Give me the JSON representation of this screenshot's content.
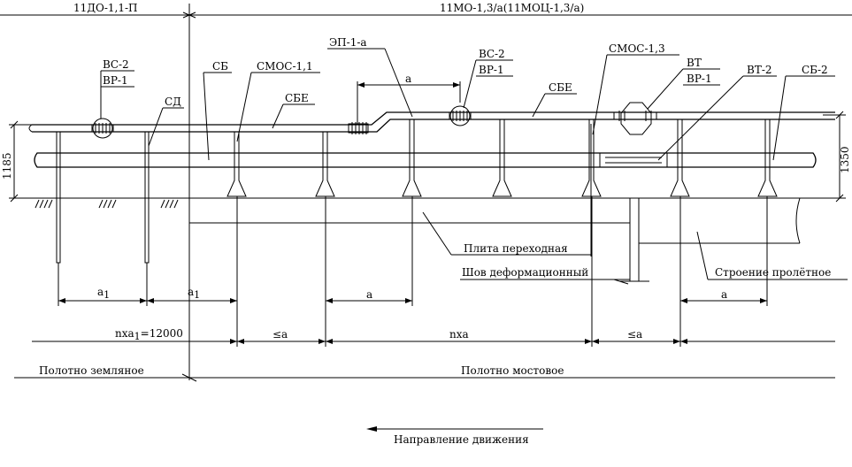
{
  "header": {
    "left_code": "11ДО-1,1-П",
    "right_code": "11МО-1,3/а(11МОЦ-1,3/а)"
  },
  "labels": {
    "vs2_left": "ВС-2",
    "vr1_left": "ВР-1",
    "sd": "СД",
    "sb": "СБ",
    "smos11": "СМОС-1,1",
    "sbe_left": "СБЕ",
    "ep1a": "ЭП-1-а",
    "vs2_mid": "ВС-2",
    "vr1_mid": "ВР-1",
    "smos13": "СМОС-1,3",
    "sbe_right": "СБЕ",
    "vt": "ВТ",
    "vr1_right": "ВР-1",
    "vt2": "ВТ-2",
    "sb2": "СБ-2"
  },
  "structure_labels": {
    "plate": "Плита переходная",
    "joint": "Шов деформационный",
    "span": "Строение пролётное"
  },
  "dimensions": {
    "h_left": "1185",
    "h_right": "1350",
    "a_top": "a",
    "a1_first": "a",
    "a1_first_sub": "1",
    "a1_second": "a",
    "a1_second_sub": "1",
    "a_mid": "a",
    "a_right": "a",
    "nxa1_prefix": "nxa",
    "nxa1_sub": "1",
    "nxa1_suffix": "=12000",
    "le_a_1": "≤a",
    "nxa": "nxa",
    "le_a_2": "≤a"
  },
  "footer": {
    "earth": "Полотно земляное",
    "bridge": "Полотно мостовое",
    "direction": "Направление движения"
  }
}
